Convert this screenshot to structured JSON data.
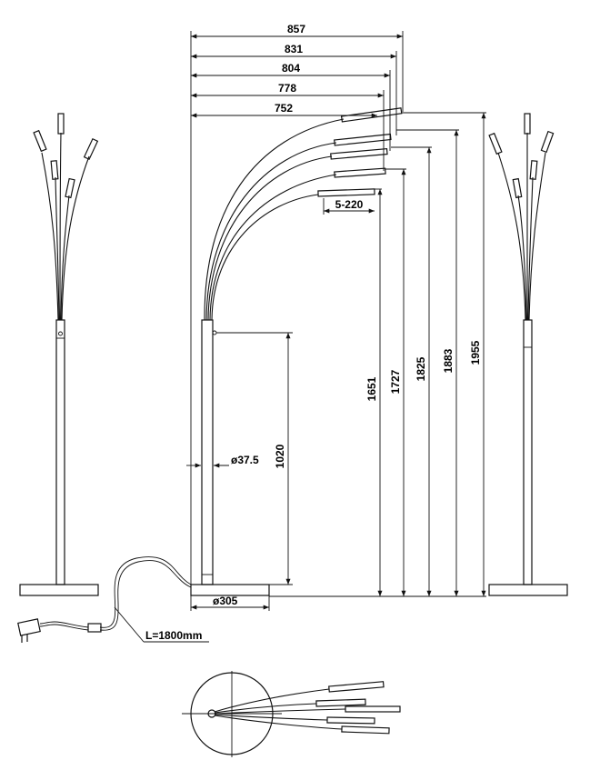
{
  "width_dims": [
    "857",
    "831",
    "804",
    "778",
    "752"
  ],
  "height_dims": [
    "1651",
    "1727",
    "1825",
    "1883",
    "1955"
  ],
  "arm_range": "5-220",
  "base_height": "1020",
  "tube_diameter": "ø37.5",
  "base_diameter": "ø305",
  "cable_length": "L=1800mm"
}
